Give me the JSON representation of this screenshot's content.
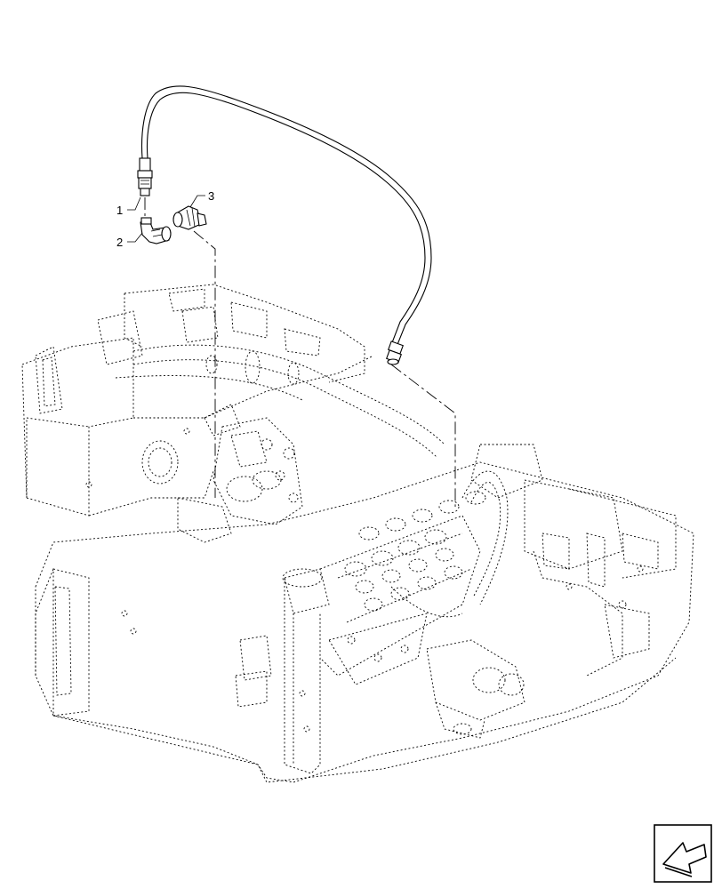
{
  "callouts": [
    {
      "label": "1"
    },
    {
      "label": "2"
    },
    {
      "label": "3"
    }
  ],
  "icons": {
    "corner": "return-arrow-icon"
  },
  "colors": {
    "line": "#000000",
    "background": "#ffffff"
  }
}
